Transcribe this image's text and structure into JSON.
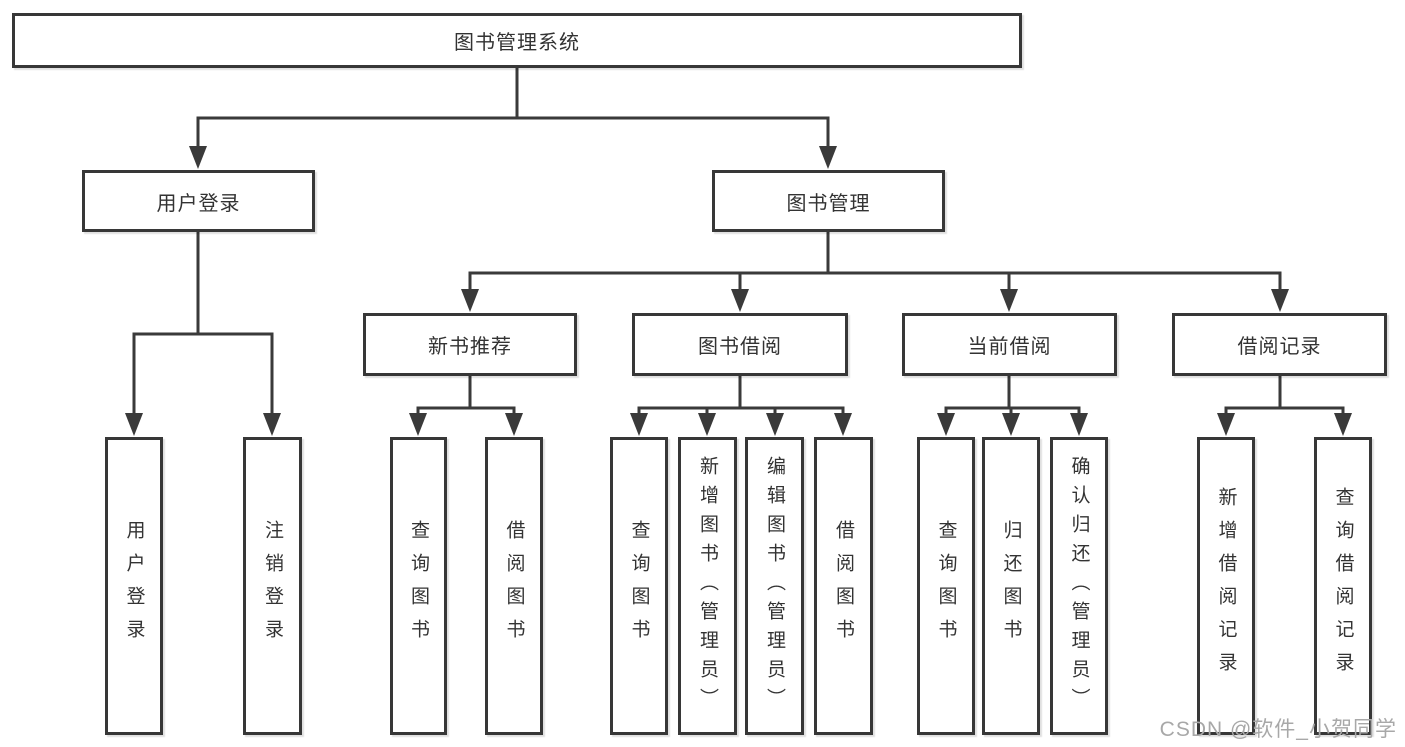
{
  "tree": {
    "root": {
      "label": "图书管理系统"
    },
    "children": [
      {
        "label": "用户登录",
        "children": [
          {
            "label": "用户登录"
          },
          {
            "label": "注销登录"
          }
        ]
      },
      {
        "label": "图书管理",
        "children": [
          {
            "label": "新书推荐",
            "children": [
              {
                "label": "查询图书"
              },
              {
                "label": "借阅图书"
              }
            ]
          },
          {
            "label": "图书借阅",
            "children": [
              {
                "label": "查询图书"
              },
              {
                "label": "新增图书（管理员）"
              },
              {
                "label": "编辑图书（管理员）"
              },
              {
                "label": "借阅图书"
              }
            ]
          },
          {
            "label": "当前借阅",
            "children": [
              {
                "label": "查询图书"
              },
              {
                "label": "归还图书"
              },
              {
                "label": "确认归还（管理员）"
              }
            ]
          },
          {
            "label": "借阅记录",
            "children": [
              {
                "label": "新增借阅记录"
              },
              {
                "label": "查询借阅记录"
              }
            ]
          }
        ]
      }
    ]
  },
  "watermark": {
    "text": "CSDN @软件_小贺同学"
  },
  "colors": {
    "line": "#3a3a3a",
    "box_border": "#373737",
    "text": "#333333",
    "background": "#ffffff",
    "watermark": "#a8a8a8"
  }
}
